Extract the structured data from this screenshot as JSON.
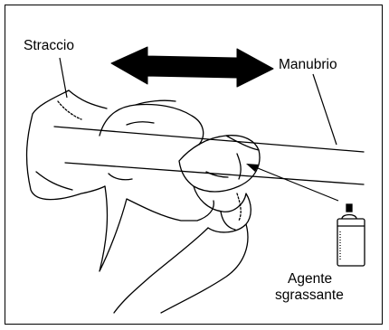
{
  "labels": {
    "rag": "Straccio",
    "handlebar": "Manubrio",
    "degreaser_line1": "Agente",
    "degreaser_line2": "sgrassante"
  },
  "icons": {
    "motion_arrow": "double-headed-arrow-icon",
    "spray_can": "spray-can-icon"
  },
  "colors": {
    "ink": "#000000",
    "background": "#ffffff"
  }
}
